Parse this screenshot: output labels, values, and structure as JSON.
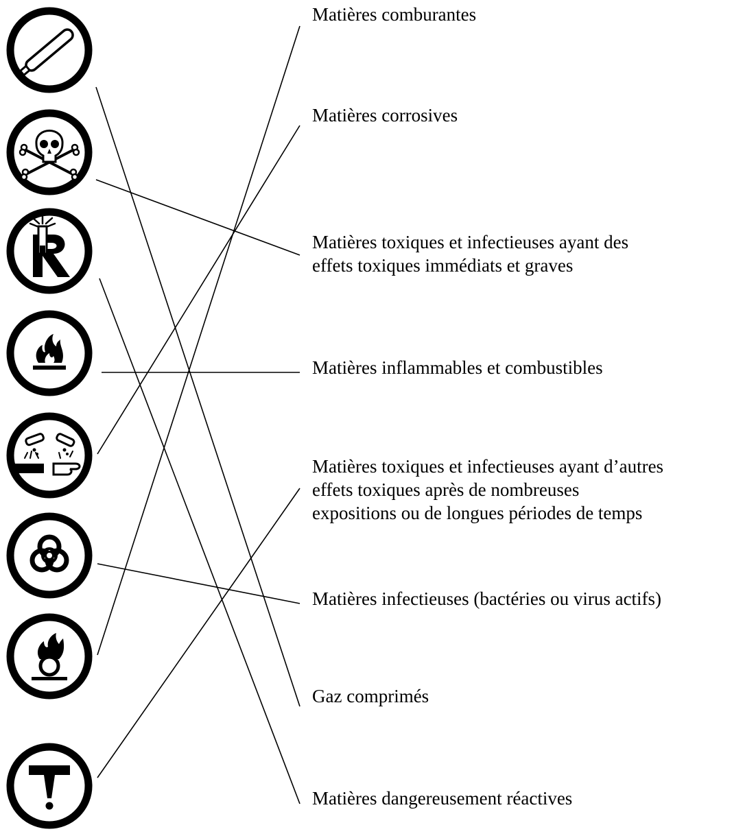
{
  "symbols": [
    {
      "name": "compressed-gas-icon"
    },
    {
      "name": "skull-crossbones-icon"
    },
    {
      "name": "reactive-icon"
    },
    {
      "name": "flame-icon"
    },
    {
      "name": "corrosive-icon"
    },
    {
      "name": "biohazard-icon"
    },
    {
      "name": "flame-over-circle-icon"
    },
    {
      "name": "t-exclamation-icon"
    }
  ],
  "labels": [
    "Matières comburantes",
    "Matières corrosives",
    "Matières toxiques et infectieuses ayant des\neffets toxiques immédiats et graves",
    "Matières inflammables et combustibles",
    "Matières toxiques et infectieuses ayant d’autres\neffets toxiques après de nombreuses\nexpositions ou de longues périodes de temps",
    "Matières infectieuses (bactéries ou virus actifs)",
    "Gaz comprimés",
    "Matières dangereusement réactives"
  ],
  "connections": [
    {
      "symbol": 0,
      "label": 6
    },
    {
      "symbol": 1,
      "label": 2
    },
    {
      "symbol": 2,
      "label": 7
    },
    {
      "symbol": 3,
      "label": 3
    },
    {
      "symbol": 4,
      "label": 1
    },
    {
      "symbol": 5,
      "label": 5
    },
    {
      "symbol": 6,
      "label": 0
    },
    {
      "symbol": 7,
      "label": 4
    }
  ]
}
